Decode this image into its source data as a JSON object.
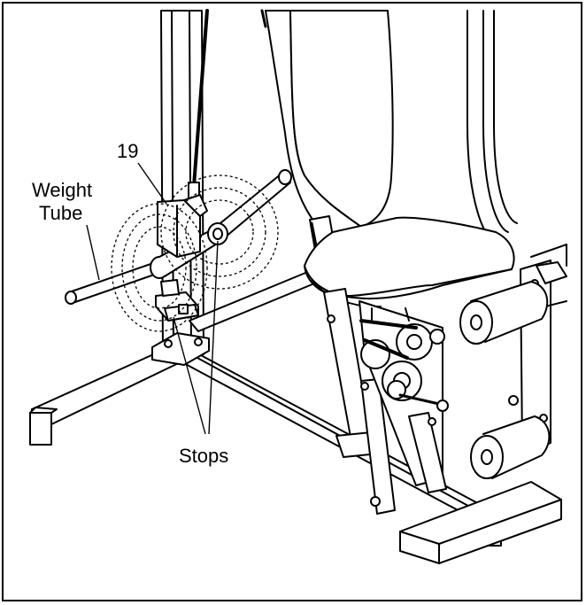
{
  "labels": {
    "part_number": "19",
    "weight_tube_line1": "Weight",
    "weight_tube_line2": "Tube",
    "stops": "Stops"
  },
  "colors": {
    "ink": "#000000",
    "paper": "#ffffff",
    "shade": "#d9d9d9"
  }
}
